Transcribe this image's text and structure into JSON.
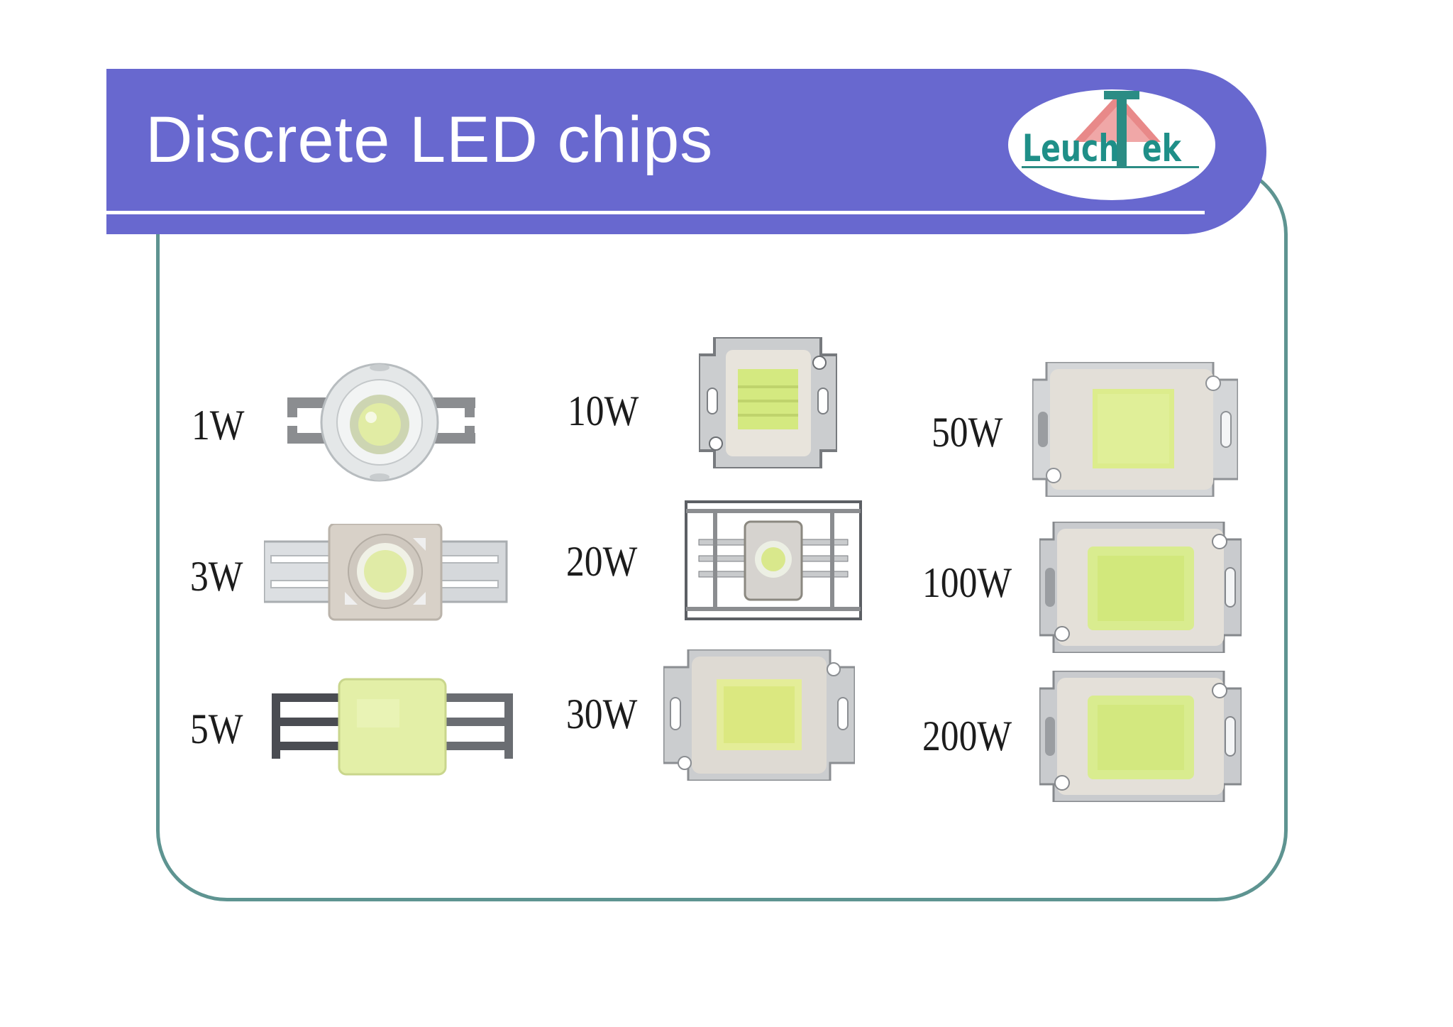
{
  "slide": {
    "title": "Discrete LED chips",
    "logo": {
      "text_left": "Leuch",
      "text_right": "ek",
      "brand": "LeuchTek",
      "text_color": "#1f8f88",
      "accent_color": "#e06060"
    }
  },
  "colors": {
    "title_bar": "#6868cf",
    "frame": "#5e9491",
    "phosphor": "#dcef8c",
    "ceramic": "#dcdcd8",
    "metal": "#c4c6c8"
  },
  "chips": [
    {
      "label": "1W",
      "type": "star-emitter"
    },
    {
      "label": "3W",
      "type": "ceramic-emitter"
    },
    {
      "label": "5W",
      "type": "square-emitter"
    },
    {
      "label": "10W",
      "type": "cob-module"
    },
    {
      "label": "20W",
      "type": "framed-emitter"
    },
    {
      "label": "30W",
      "type": "cob-module"
    },
    {
      "label": "50W",
      "type": "cob-module"
    },
    {
      "label": "100W",
      "type": "cob-module"
    },
    {
      "label": "200W",
      "type": "cob-module"
    }
  ]
}
